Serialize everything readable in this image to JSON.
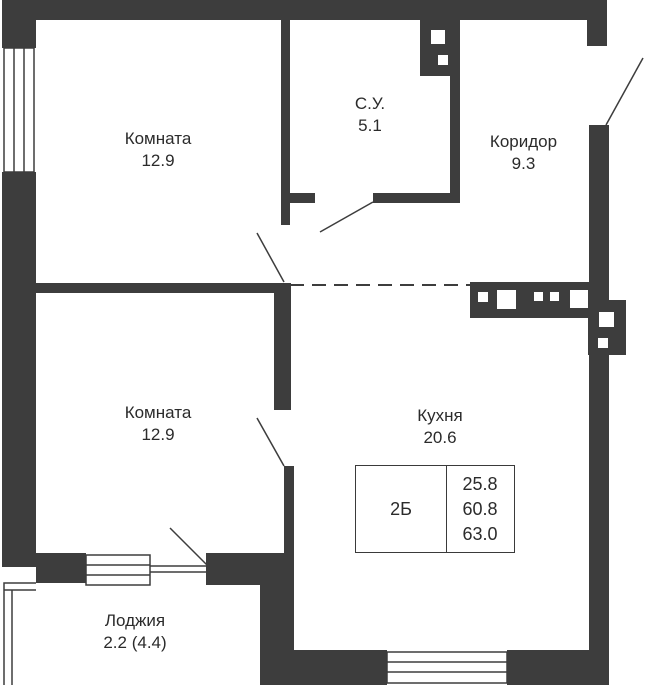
{
  "rooms": {
    "room1": {
      "name": "Комната",
      "area": "12.9"
    },
    "bathroom": {
      "name": "С.У.",
      "area": "5.1"
    },
    "corridor": {
      "name": "Коридор",
      "area": "9.3"
    },
    "room2": {
      "name": "Комната",
      "area": "12.9"
    },
    "kitchen": {
      "name": "Кухня",
      "area": "20.6"
    },
    "loggia": {
      "name": "Лоджия",
      "area": "2.2 (4.4)"
    }
  },
  "summary": {
    "type": "2Б",
    "living_area": "25.8",
    "total_area": "60.8",
    "total_area_with_loggia": "63.0"
  },
  "colors": {
    "wall": "#3d3d3d",
    "background": "#ffffff",
    "text": "#2b2b2b"
  }
}
